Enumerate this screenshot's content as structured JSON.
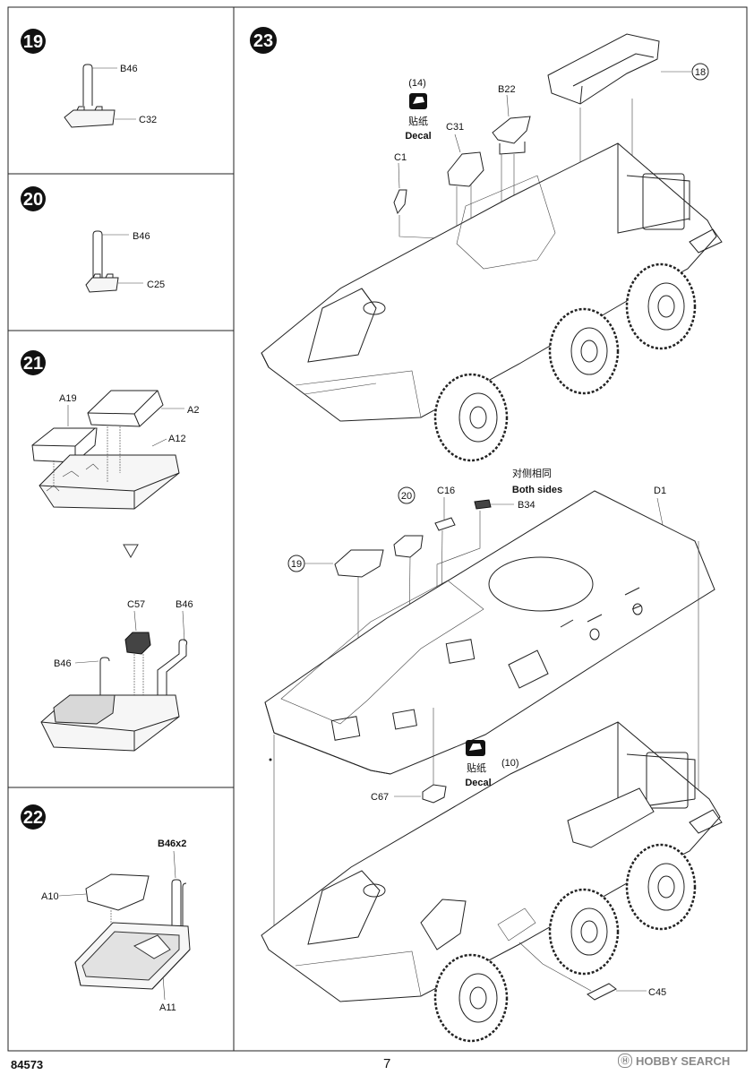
{
  "steps": [
    {
      "number": "19",
      "parts": [
        "B46",
        "C32"
      ]
    },
    {
      "number": "20",
      "parts": [
        "B46",
        "C25"
      ]
    },
    {
      "number": "21",
      "parts": [
        "A19",
        "A2",
        "A12",
        "C57",
        "B46",
        "B46"
      ]
    },
    {
      "number": "22",
      "parts": [
        "B46x2",
        "A10",
        "A11"
      ]
    },
    {
      "number": "23",
      "parts": [
        "B22",
        "C31",
        "C1",
        "C16",
        "B34",
        "D1",
        "C67",
        "C45"
      ]
    }
  ],
  "step23": {
    "ref_18": "18",
    "decal14": {
      "number": "(14)",
      "zh": "贴纸",
      "en": "Decal"
    },
    "decal10": {
      "number": "(10)",
      "zh": "贴纸",
      "en": "Decal"
    },
    "both_sides": {
      "zh": "对侧相同",
      "en": "Both sides"
    },
    "ref_19": "19",
    "ref_20": "20"
  },
  "footer": {
    "kit_number": "84573",
    "page_number": "7",
    "watermark": "HOBBY SEARCH"
  }
}
